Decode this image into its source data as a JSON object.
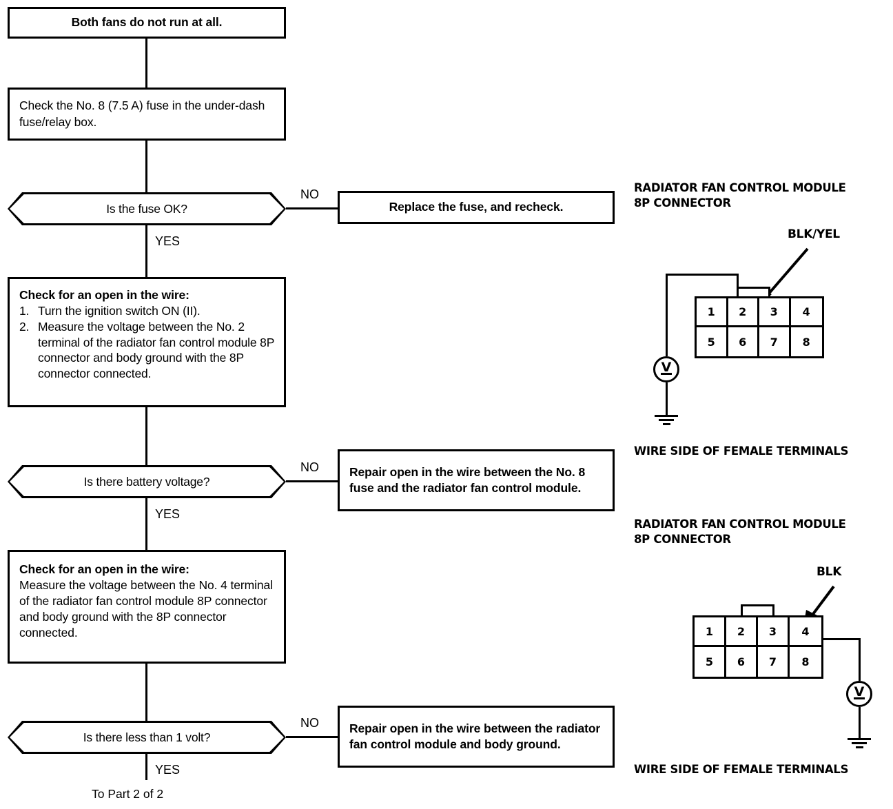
{
  "flowchart": {
    "start_box": {
      "text": "Both fans do not run at all."
    },
    "step1_box": {
      "text": "Check the No. 8 (7.5 A) fuse in the under-dash fuse/relay box."
    },
    "decision1": {
      "text": "Is the fuse OK?",
      "no_label": "NO",
      "yes_label": "YES"
    },
    "result1_box": {
      "text": "Replace the fuse, and recheck."
    },
    "step2_box": {
      "heading": "Check for an open in the wire:",
      "items": [
        {
          "num": "1.",
          "text": "Turn the ignition switch ON (II)."
        },
        {
          "num": "2.",
          "text": "Measure the voltage between the No. 2 terminal of the radiator fan control module 8P connector and body ground with the 8P connector connected."
        }
      ]
    },
    "decision2": {
      "text": "Is there battery voltage?",
      "no_label": "NO",
      "yes_label": "YES"
    },
    "result2_box": {
      "text": "Repair open in the wire between the No. 8 fuse and the radiator fan control module."
    },
    "step3_box": {
      "heading": "Check for an open in the wire:",
      "text": "Measure the voltage between the No. 4 terminal of the radiator fan control module 8P connector and body ground with the 8P connector connected."
    },
    "decision3": {
      "text": "Is there less than 1 volt?",
      "no_label": "NO",
      "yes_label": "YES"
    },
    "result3_box": {
      "text": "Repair open in the wire between the radiator fan control module and body ground."
    },
    "continuation": {
      "text": "To Part 2 of 2"
    }
  },
  "diagrams": [
    {
      "title_line1": "RADIATOR FAN CONTROL MODULE",
      "title_line2": "8P CONNECTOR",
      "wire_label": "BLK/YEL",
      "terminals_top": [
        "1",
        "2",
        "3",
        "4"
      ],
      "terminals_bottom": [
        "5",
        "6",
        "7",
        "8"
      ],
      "meter_symbol": "V",
      "footnote": "WIRE SIDE OF FEMALE TERMINALS"
    },
    {
      "title_line1": "RADIATOR FAN CONTROL MODULE",
      "title_line2": "8P CONNECTOR",
      "wire_label": "BLK",
      "terminals_top": [
        "1",
        "2",
        "3",
        "4"
      ],
      "terminals_bottom": [
        "5",
        "6",
        "7",
        "8"
      ],
      "meter_symbol": "V",
      "footnote": "WIRE SIDE OF FEMALE TERMINALS"
    }
  ],
  "colors": {
    "ink": "#000000",
    "paper": "#ffffff"
  }
}
